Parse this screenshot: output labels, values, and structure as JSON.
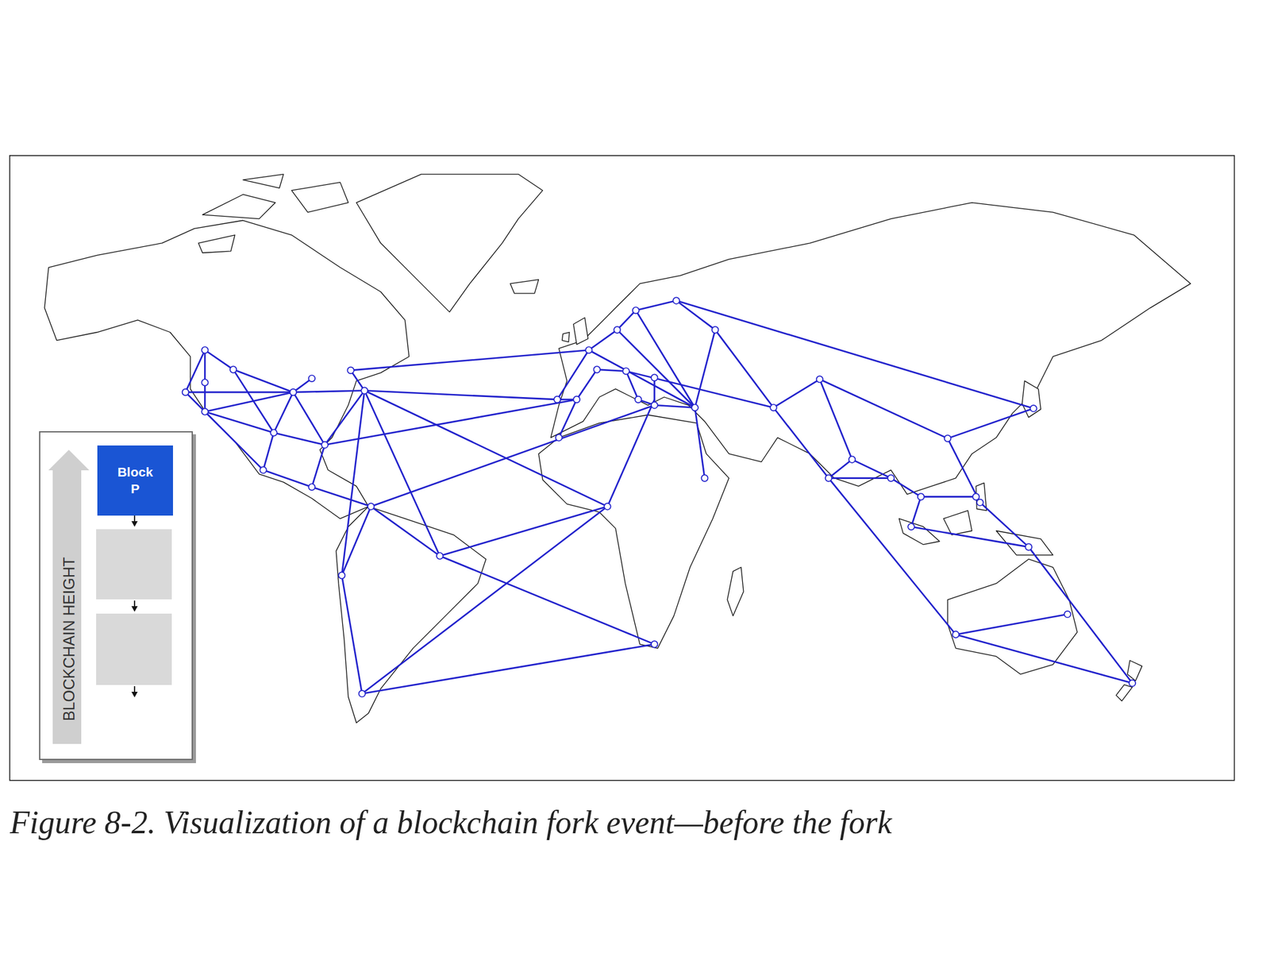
{
  "diagram": {
    "caption": "Figure 8-2. Visualization of a blockchain fork event—before the fork",
    "nodes": [
      {
        "text": [
          "BLOCKCHAIN HEIGHT"
        ]
      },
      {
        "text": [
          "Block P"
        ],
        "in": 0
      }
    ]
  }
}
